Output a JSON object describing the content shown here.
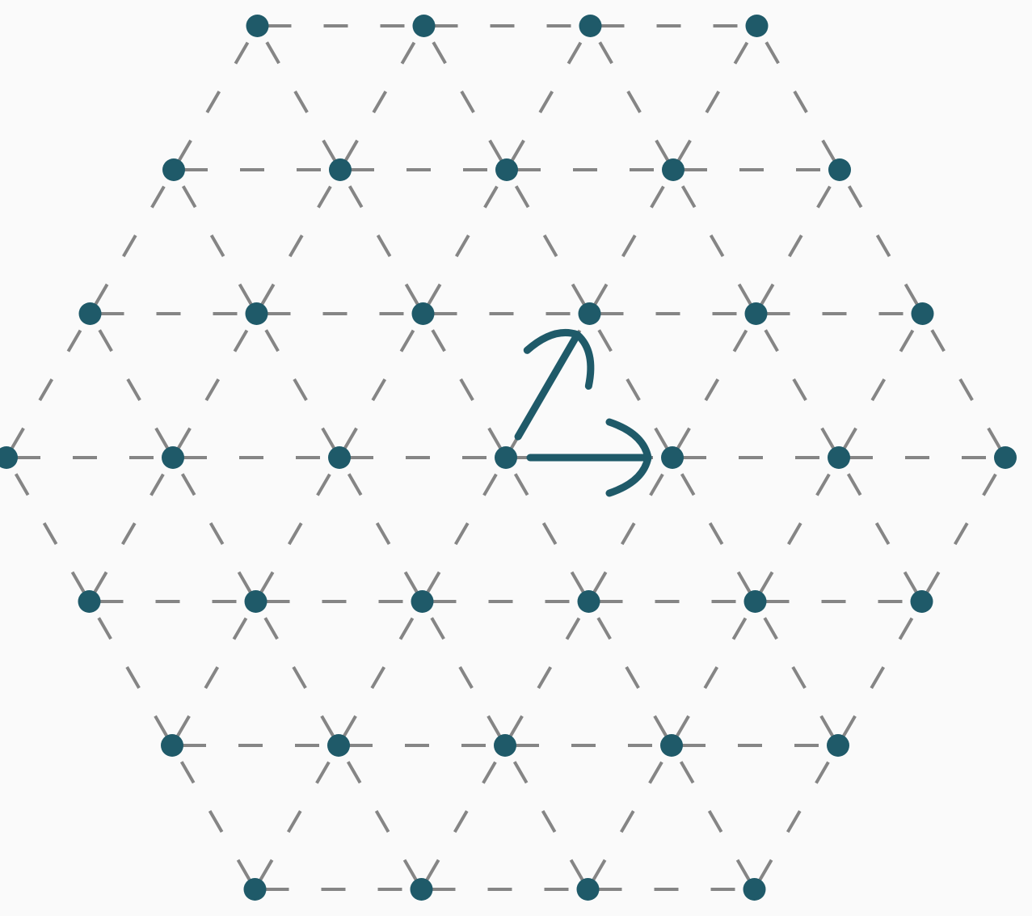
{
  "diagram": {
    "kind": "triangular-lattice",
    "lattice_radius": 3,
    "colors": {
      "background": "#fafafa",
      "node": "#1f5a69",
      "bond": "#858585",
      "vector": "#1f5a69"
    },
    "basis_vectors": [
      {
        "from": [
          0,
          0
        ],
        "to": [
          1,
          0
        ]
      },
      {
        "from": [
          0,
          0
        ],
        "to": [
          0,
          1
        ]
      }
    ]
  }
}
